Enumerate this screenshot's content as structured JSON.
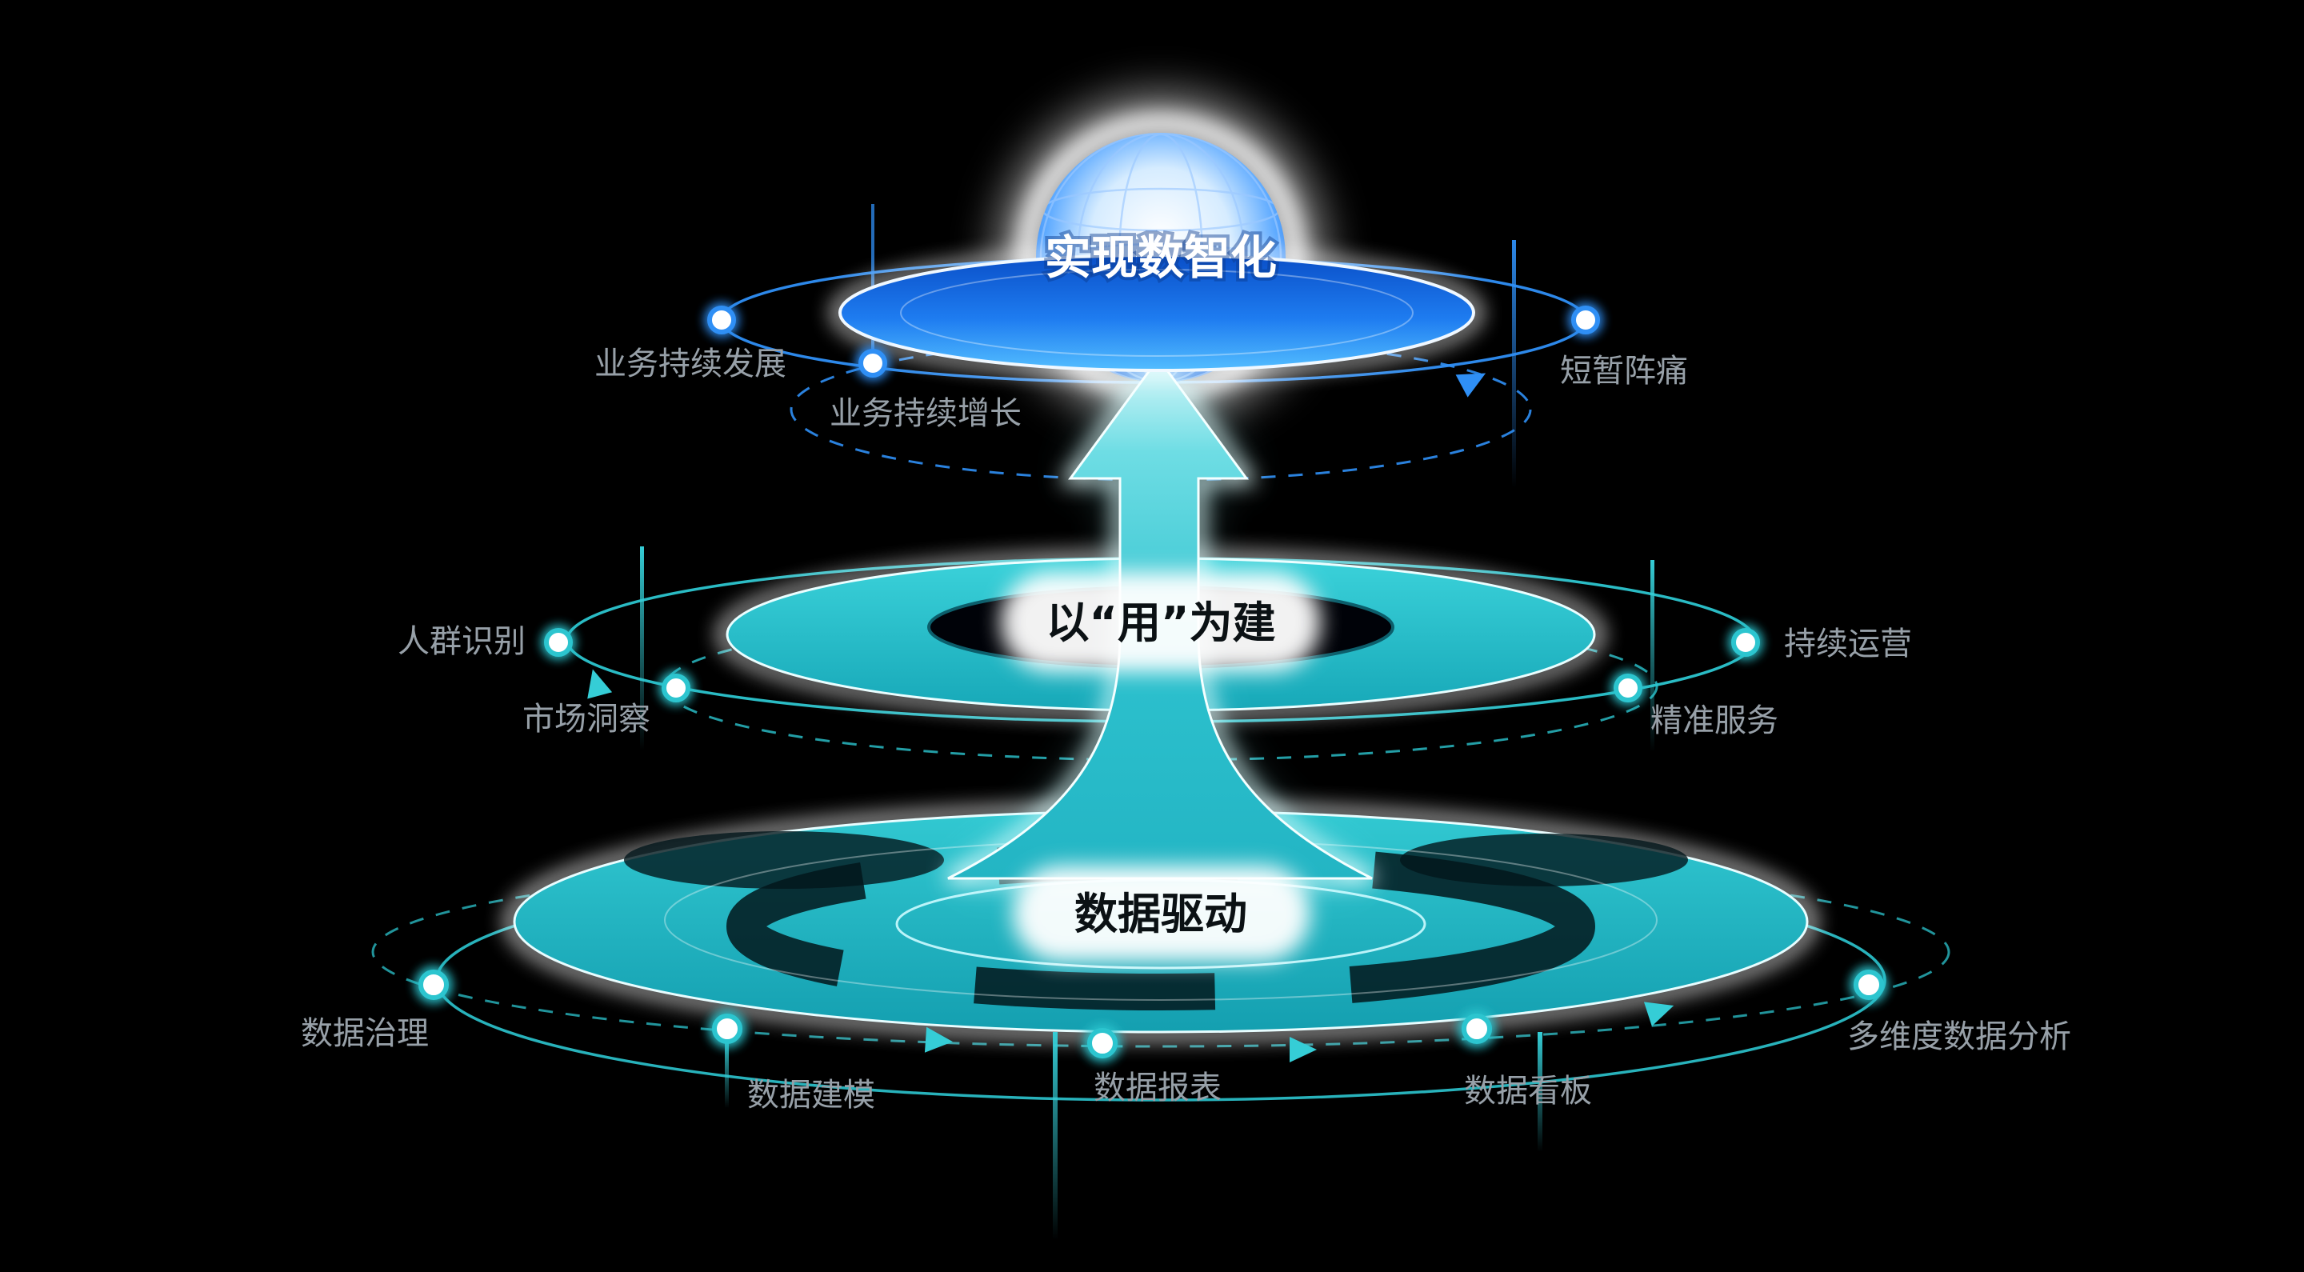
{
  "scene": {
    "background": "#000000",
    "tiers": [
      {
        "name": "digital-intelligence",
        "center_label": "实现数智化",
        "labels": [
          {
            "text": "业务持续发展"
          },
          {
            "text": "业务持续增长"
          },
          {
            "text": "短暂阵痛"
          }
        ]
      },
      {
        "name": "build-for-use",
        "center_label": "以“用”为建",
        "labels": [
          {
            "text": "人群识别"
          },
          {
            "text": "市场洞察"
          },
          {
            "text": "持续运营"
          },
          {
            "text": "精准服务"
          }
        ]
      },
      {
        "name": "data-driven",
        "center_label": "数据驱动",
        "labels": [
          {
            "text": "数据治理"
          },
          {
            "text": "数据建模"
          },
          {
            "text": "数据报表"
          },
          {
            "text": "数据看板"
          },
          {
            "text": "多维度数据分析"
          }
        ]
      }
    ],
    "colors": {
      "background": "#000000",
      "teal": "#2cc5cf",
      "teal_bright": "#8ef0f6",
      "blue": "#2f8ff5",
      "blue_deep": "#0a4fc8",
      "label_gray": "#97a0a8",
      "center_text_dark": "#0b1114",
      "white": "#ffffff"
    }
  }
}
